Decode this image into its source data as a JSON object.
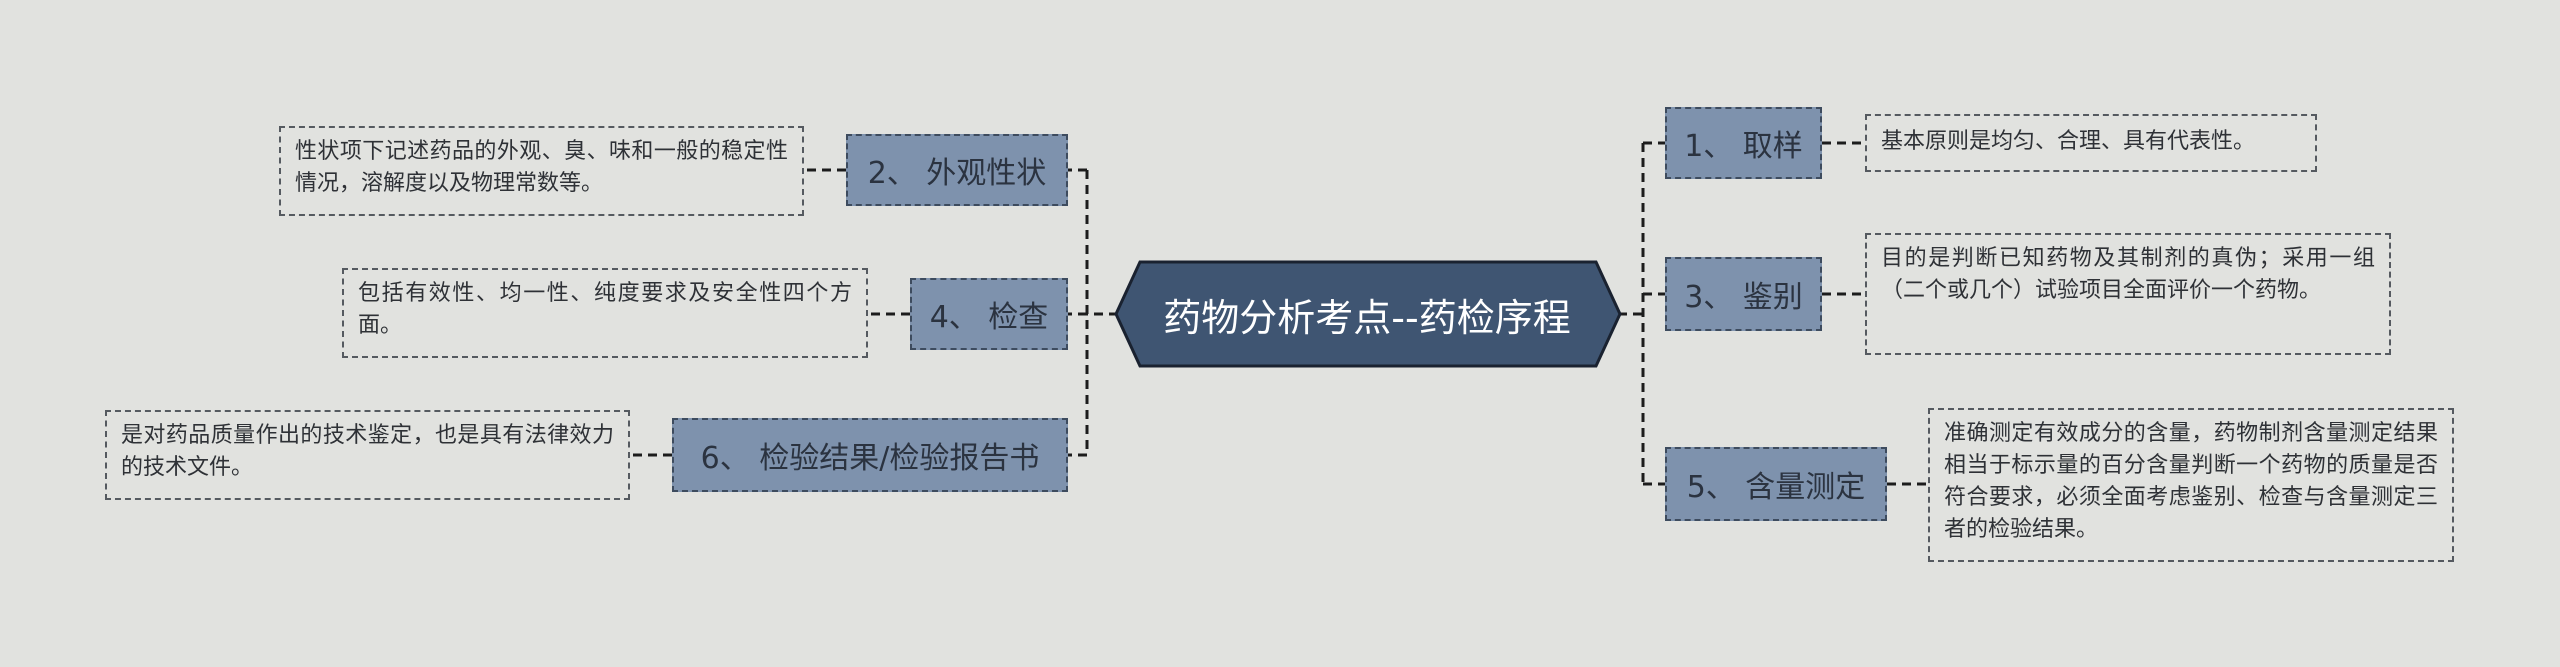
{
  "root": {
    "label": "药物分析考点--药检序程"
  },
  "branches": [
    {
      "label": "1、 取样",
      "detail": "基本原则是均匀、合理、具有代表性。"
    },
    {
      "label": "2、 外观性状",
      "detail": "性状项下记述药品的外观、臭、味和一般的稳定性情况，溶解度以及物理常数等。"
    },
    {
      "label": "3、 鉴别",
      "detail": "目的是判断已知药物及其制剂的真伪；采用一组（二个或几个）试验项目全面评价一个药物。"
    },
    {
      "label": "4、 检查",
      "detail": "包括有效性、均一性、纯度要求及安全性四个方面。"
    },
    {
      "label": "5、 含量测定",
      "detail": "准确测定有效成分的含量，药物制剂含量测定结果相当于标示量的百分含量判断一个药物的质量是否符合要求，必须全面考虑鉴别、检查与含量测定三者的检验结果。"
    },
    {
      "label": "6、 检验结果/检验报告书",
      "detail": "是对药品质量作出的技术鉴定，也是具有法律效力的技术文件。"
    }
  ],
  "colors": {
    "background": "#e1e2df",
    "root_fill": "#3f5572",
    "branch_fill": "#7e92ad",
    "connector": "#1c1c1c"
  }
}
